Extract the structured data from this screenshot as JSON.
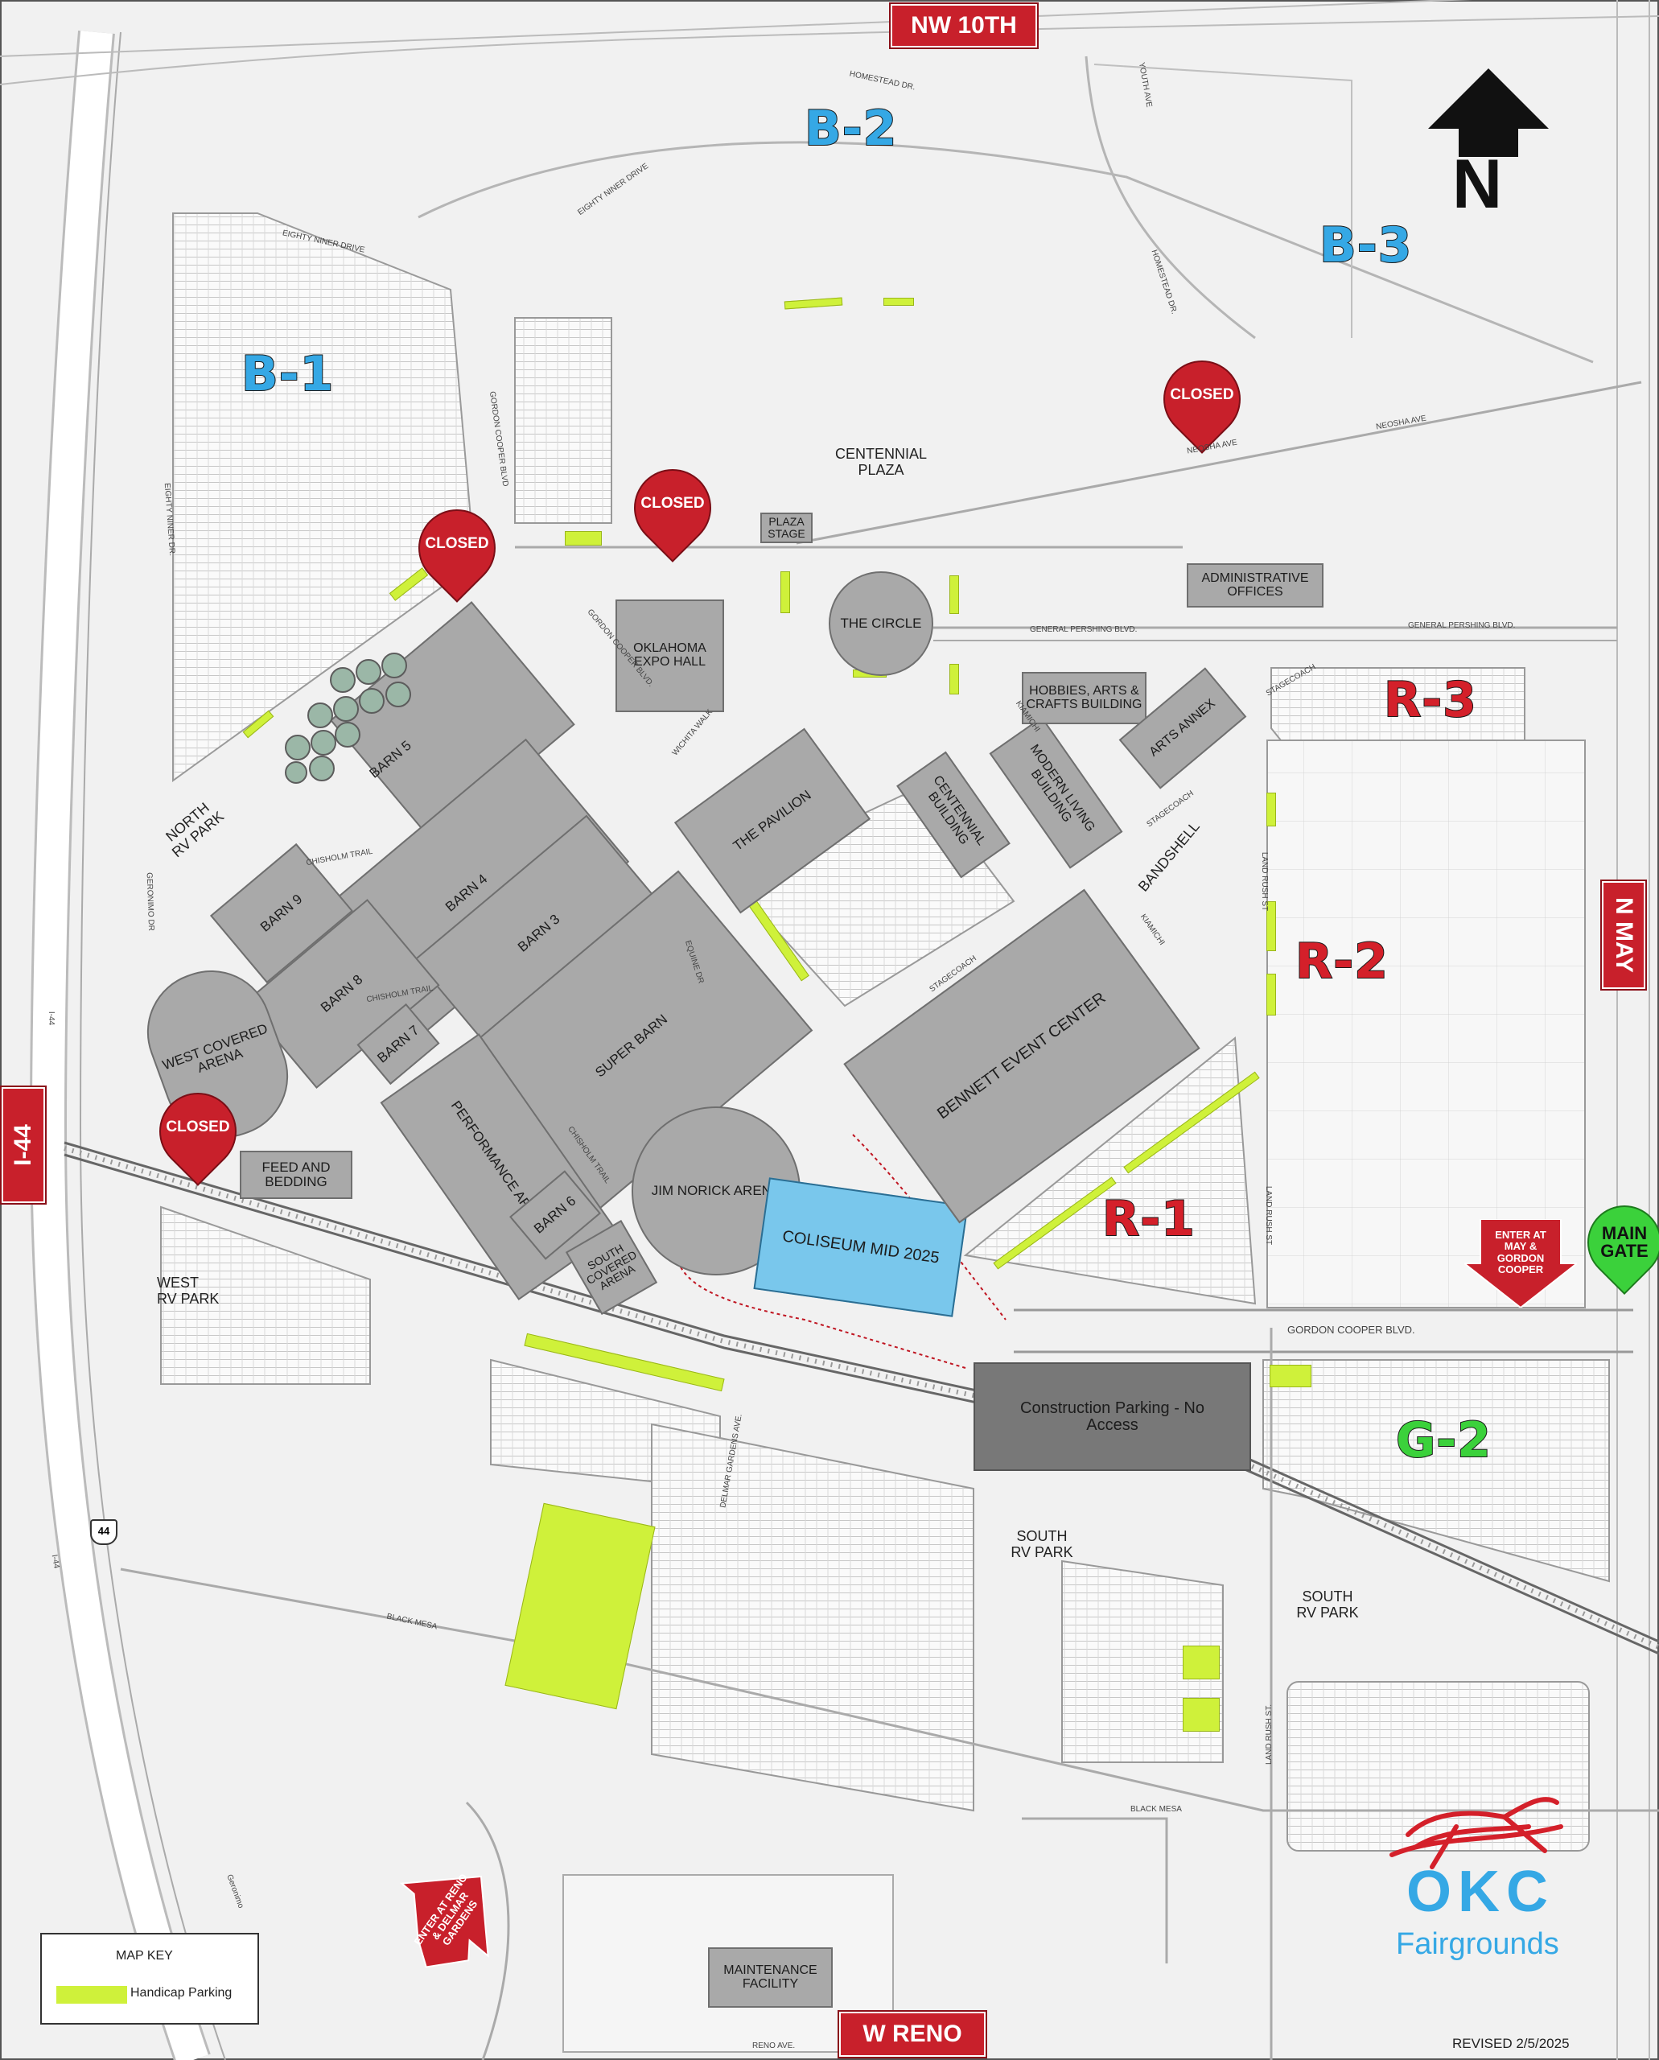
{
  "signs": {
    "nw10th": "NW 10TH",
    "nmay": "N MAY",
    "i44": "I-44",
    "wreno": "W RENO"
  },
  "north": "N",
  "zones": {
    "b1": "B-1",
    "b2": "B-2",
    "b3": "B-3",
    "r1": "R-1",
    "r2": "R-2",
    "r3": "R-3",
    "g2": "G-2"
  },
  "closed_label": "CLOSED",
  "buildings": {
    "barn5": "BARN 5",
    "barn4": "BARN 4",
    "barn3": "BARN 3",
    "barn9": "BARN 9",
    "barn8": "BARN 8",
    "barn7": "BARN 7",
    "barn6": "BARN 6",
    "super_barn": "SUPER BARN",
    "performance_arena": "PERFORMANCE ARENA",
    "west_covered_arena": "WEST COVERED ARENA",
    "south_covered_arena": "SOUTH COVERED ARENA",
    "feed_and_bedding": "FEED AND BEDDING",
    "jim_norick_arena": "JIM NORICK ARENA",
    "coliseum": "COLISEUM MID 2025",
    "bennett": "BENNETT EVENT CENTER",
    "pavilion": "THE PAVILION",
    "centennial_building": "CENTENNIAL BUILDING",
    "modern_living": "MODERN LIVING BUILDING",
    "hobbies": "HOBBIES, ARTS & CRAFTS BUILDING",
    "arts_annex": "ARTS ANNEX",
    "admin": "ADMINISTRATIVE OFFICES",
    "expo_hall": "OKLAHOMA EXPO HALL",
    "circle": "THE CIRCLE",
    "plaza_stage": "PLAZA STAGE",
    "maintenance": "MAINTENANCE FACILITY",
    "construction": "Construction Parking - No Access"
  },
  "labels": {
    "centennial_plaza": "CENTENNIAL PLAZA",
    "north_rv_park": "NORTH RV PARK",
    "west_rv_park": "WEST RV PARK",
    "south_rv_park_1": "SOUTH RV PARK",
    "south_rv_park_2": "SOUTH RV PARK",
    "bandshell": "BANDSHELL",
    "enter_may": "ENTER AT MAY & GORDON COOPER",
    "enter_reno": "ENTER AT RENO & DELMAR GARDENS",
    "main_gate": "MAIN GATE",
    "revised": "REVISED 2/5/2025",
    "highway_shield": "44"
  },
  "streets": {
    "homestead_top": "HOMESTEAD DR.",
    "eighty_niner_drive_1": "EIGHTY NINER DRIVE",
    "eighty_niner_drive_2": "EIGHTY NINER DRIVE",
    "eighty_niner_dr": "EIGHTY NINER DR.",
    "gordon_cooper_blvd_1": "GORDON COOPER BLVD",
    "gordon_cooper_blvd_2": "GORDON COOPER BLVD.",
    "gordon_cooper_main": "GORDON COOPER BLVD.",
    "general_pershing_1": "GENERAL PERSHING BLVD.",
    "general_pershing_2": "GENERAL PERSHING BLVD.",
    "neosha_1": "NEOSHA AVE",
    "neosha_2": "NEOSHA AVE",
    "homestead_dr": "HOMESTEAD DR.",
    "youth_ave": "YOUTH AVE",
    "stagecoach_1": "STAGECOACH",
    "stagecoach_2": "STAGECOACH",
    "stagecoach_3": "STAGECOACH",
    "kiamichi_1": "KIAMICHI",
    "kiamichi_2": "KIAMICHI",
    "land_rush_1": "LAND RUSH ST",
    "land_rush_2": "LAND RUSH ST",
    "land_rush_3": "LAND RUSH ST.",
    "wichita_walk": "WICHITA WALK",
    "chisholm_1": "CHISHOLM TRAIL",
    "chisholm_2": "CHISHOLM TRAIL",
    "chisholm_3": "CHISHOLM TRAIL",
    "equine_dr": "EQUINE DR",
    "geronimo_1": "GERONIMO DR",
    "geronimo_2": "Geronimo",
    "delmar_gardens": "DELMAR GARDENS AVE.",
    "black_mesa_1": "BLACK MESA",
    "black_mesa_2": "BLACK MESA",
    "reno_ave": "RENO AVE.",
    "i44_small_1": "I-44",
    "i44_small_2": "I-44"
  },
  "legend": {
    "title": "MAP KEY",
    "item": "Handicap Parking"
  },
  "logo": {
    "okc": "OKC",
    "name": "Fairgrounds"
  },
  "colors": {
    "building": "#a9a9a9",
    "handicap": "#cff13a",
    "sign_red": "#c8202b",
    "zone_blue": "#35a8e5",
    "zone_green": "#3bd13b",
    "coliseum": "#79c7ec",
    "construction": "#787878"
  }
}
